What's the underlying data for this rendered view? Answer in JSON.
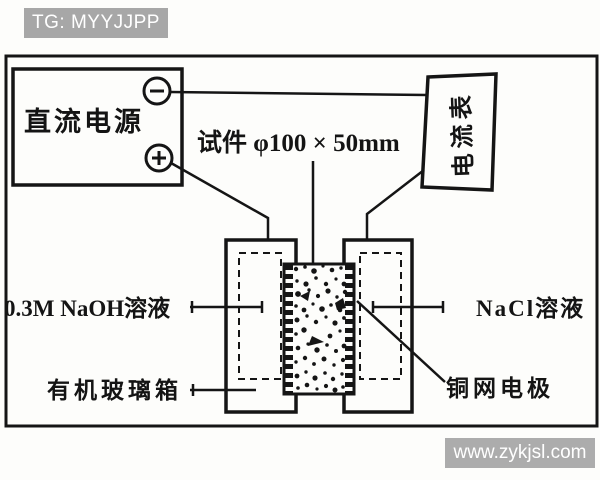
{
  "banner": {
    "text": "TG: MYYJJPP"
  },
  "watermark": {
    "text": "www.zykjsl.com"
  },
  "diagram": {
    "power_supply_label": "直流电源",
    "terminals": {
      "negative": "−",
      "positive": "+"
    },
    "ammeter_label": "电流表",
    "specimen_label": "试件 φ100 × 50mm",
    "left_solution_label": "0.3M NaOH溶液",
    "right_solution_label": "NaCl溶液",
    "box_label": "有机玻璃箱",
    "electrode_label": "铜网电极"
  },
  "colors": {
    "ink": "#151515",
    "paper": "#fdfdfb",
    "banner_gray": "#a7a7a7",
    "watermark_gray": "#acacac",
    "text_white": "#ffffff"
  }
}
